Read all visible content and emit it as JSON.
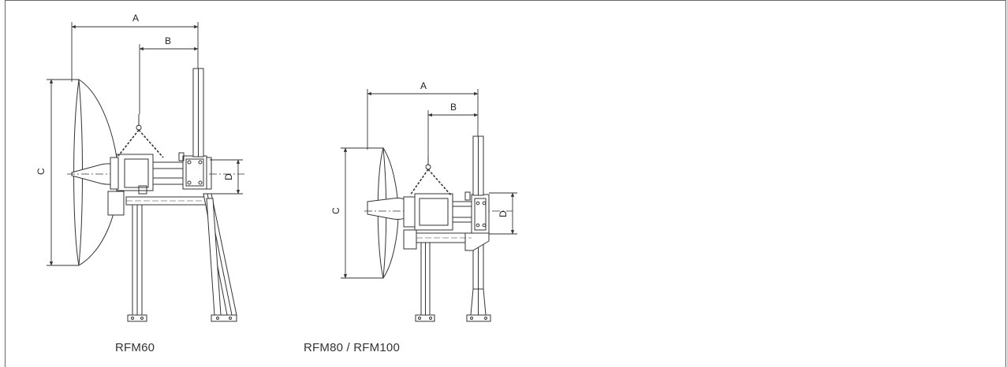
{
  "diagram": {
    "left_unit": {
      "caption": "RFM60",
      "dims": {
        "a": "A",
        "b": "B",
        "c": "C",
        "d": "D"
      }
    },
    "right_unit": {
      "caption": "RFM80 / RFM100",
      "dims": {
        "a": "A",
        "b": "B",
        "c": "C",
        "d": "D"
      }
    }
  }
}
